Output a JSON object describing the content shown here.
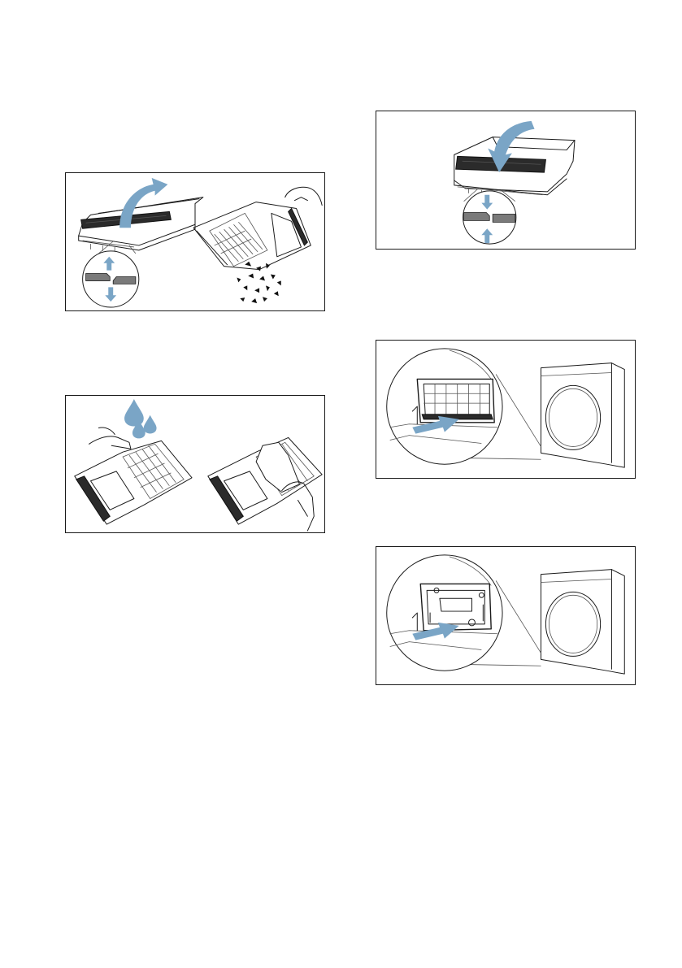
{
  "figures": [
    {
      "id": "fig-lift-frame-and-empty-fluff",
      "icons": [
        "curved-arrow-up-icon",
        "latch-release-icon",
        "fluff-particles-icon",
        "hand-icon"
      ],
      "accent": "#7aa5c6"
    },
    {
      "id": "fig-rinse-and-wipe-filter",
      "icons": [
        "water-drop-icon",
        "hand-icon",
        "cloth-icon"
      ],
      "accent": "#7aa5c6"
    },
    {
      "id": "fig-close-frame",
      "icons": [
        "curved-arrow-down-icon",
        "latch-engage-icon"
      ],
      "accent": "#7aa5c6"
    },
    {
      "id": "fig-insert-filter-into-dryer",
      "icons": [
        "push-arrow-icon",
        "dryer-icon",
        "magnifier-callout-icon"
      ],
      "accent": "#7aa5c6"
    },
    {
      "id": "fig-insert-into-empty-slot",
      "icons": [
        "push-arrow-icon",
        "dryer-icon",
        "magnifier-callout-icon"
      ],
      "accent": "#7aa5c6"
    }
  ]
}
